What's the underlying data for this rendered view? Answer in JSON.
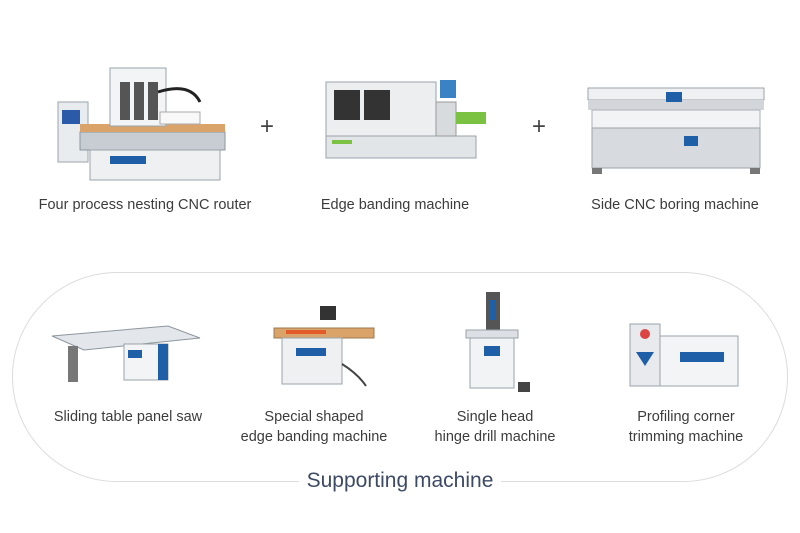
{
  "top_row": [
    {
      "label": "Four process nesting CNC router",
      "icon": "cnc-router-image"
    },
    {
      "label": "Edge banding machine",
      "icon": "edge-banding-machine-image"
    },
    {
      "label": "Side CNC boring machine",
      "icon": "side-boring-machine-image"
    }
  ],
  "plus_signs": [
    "+",
    "+"
  ],
  "supporting": {
    "title": "Supporting machine",
    "items": [
      {
        "line1": "Sliding table panel saw",
        "line2": "",
        "icon": "panel-saw-image"
      },
      {
        "line1": "Special shaped",
        "line2": "edge banding machine",
        "icon": "shaped-edge-bander-image"
      },
      {
        "line1": "Single head",
        "line2": "hinge drill machine",
        "icon": "hinge-drill-image"
      },
      {
        "line1": "Profiling corner",
        "line2": "trimming machine",
        "icon": "corner-trimming-image"
      }
    ]
  },
  "colors": {
    "accent_blue": "#1f5fa8",
    "accent_green": "#7cc242",
    "title_navy": "#3d4a66"
  }
}
